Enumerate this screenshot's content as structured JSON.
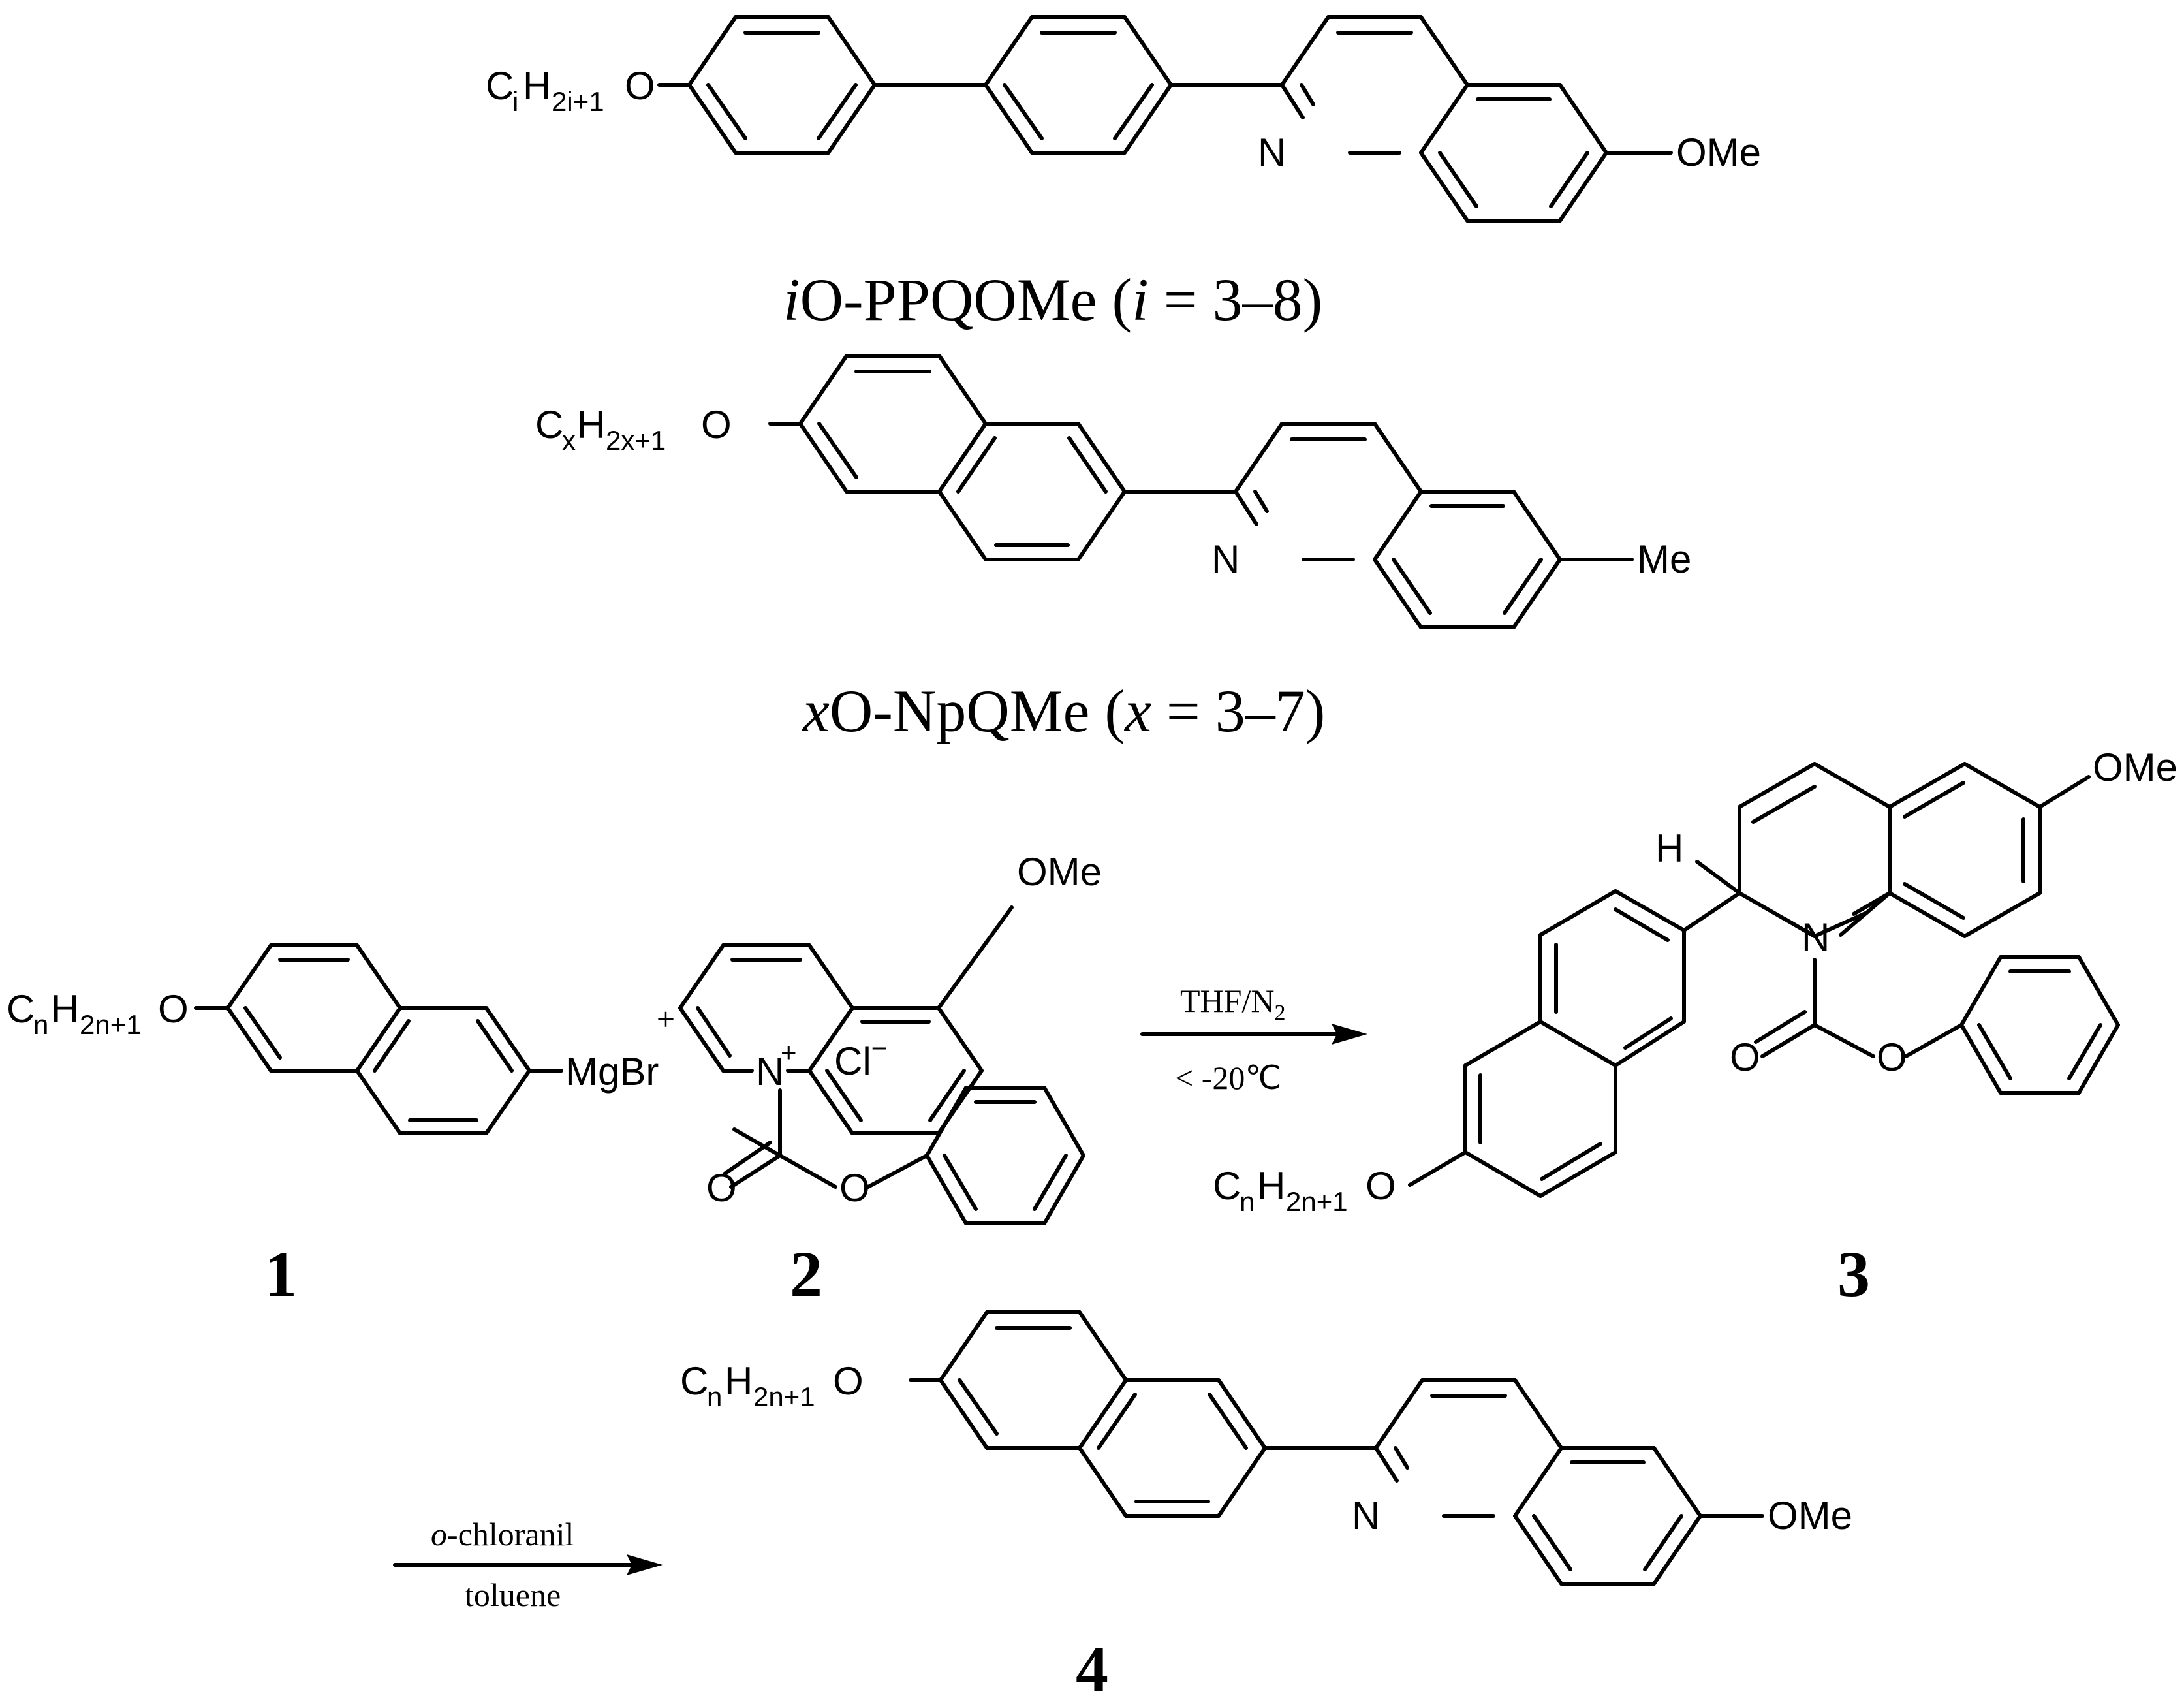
{
  "compounds": {
    "ppqome": {
      "chain": {
        "C": "C",
        "c_sub": "i",
        "H": "H",
        "h_sub": "2i+1",
        "O": "O"
      },
      "N": "N",
      "end_group": "OMe",
      "caption": {
        "var": "i",
        "name": "O-PPQOMe (",
        "var2": "i",
        "range": " = 3–8)"
      }
    },
    "npqme": {
      "chain": {
        "C": "C",
        "c_sub": "x",
        "H": "H",
        "h_sub": "2x+1",
        "O": "O"
      },
      "N": "N",
      "end_group": "Me",
      "caption": {
        "var": "x",
        "name": "O-NpQMe (",
        "var2": "x",
        "range": " = 3–7)"
      }
    },
    "c1": {
      "chain": {
        "C": "C",
        "c_sub": "n",
        "H": "H",
        "h_sub": "2n+1",
        "O": "O"
      },
      "grignard": "MgBr",
      "label": "1"
    },
    "plus": "+",
    "c2": {
      "end_group": "OMe",
      "N": "N",
      "charge": "+",
      "counter_ion": "Cl",
      "counter_charge": "−",
      "carbonyl_O": "O",
      "ester_O": "O",
      "label": "2"
    },
    "c3": {
      "H": "H",
      "N": "N",
      "end_group": "OMe",
      "carbonyl_O": "O",
      "ester_O": "O",
      "chain": {
        "C": "C",
        "c_sub": "n",
        "H": "H",
        "h_sub": "2n+1",
        "O": "O"
      },
      "label": "3"
    },
    "c4": {
      "chain": {
        "C": "C",
        "c_sub": "n",
        "H": "H",
        "h_sub": "2n+1",
        "O": "O"
      },
      "N": "N",
      "end_group": "OMe",
      "label": "4"
    }
  },
  "reaction1": {
    "above": "THF/N",
    "above_sub": "2",
    "below": "< -20℃"
  },
  "reaction2": {
    "above_italic": "o",
    "above": "-chloranil",
    "below": "toluene"
  }
}
